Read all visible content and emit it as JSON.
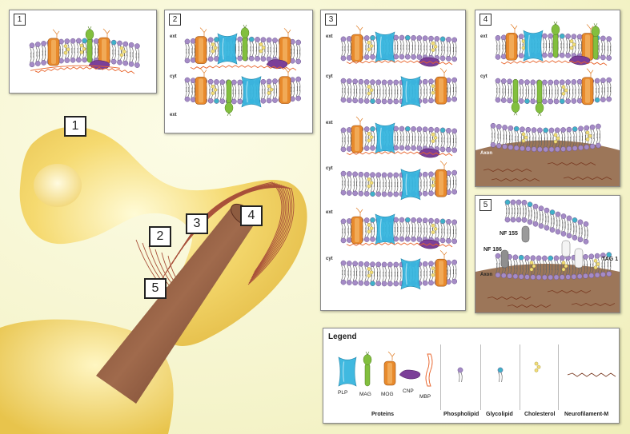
{
  "panels": [
    {
      "number": "1"
    },
    {
      "number": "2",
      "sides": [
        "ext",
        "cyt",
        "ext"
      ]
    },
    {
      "number": "3",
      "sides": [
        "ext",
        "cyt",
        "ext",
        "cyt",
        "ext",
        "cyt"
      ]
    },
    {
      "number": "4",
      "sides": [
        "ext",
        "cyt"
      ],
      "axon_label": "Axon"
    },
    {
      "number": "5",
      "axon_label": "Axon",
      "protein_labels": [
        "NF 155",
        "NF 186",
        "TAG 1"
      ]
    }
  ],
  "big_labels": [
    "1",
    "2",
    "3",
    "4",
    "5"
  ],
  "legend": {
    "title": "Legend",
    "proteins": [
      "PLP",
      "MAG",
      "MOG",
      "CNP",
      "MBP"
    ],
    "groups": [
      "Proteins",
      "Phospholipid",
      "Glycolipid",
      "Cholesterol",
      "Neurofilament-M"
    ]
  },
  "colors": {
    "PLP": "#36b6df",
    "MAG": "#82bf3e",
    "MOG": "#e88a2c",
    "CNP": "#7b3f98",
    "MBP": "#e8632a",
    "phospholipid_head": "#a58bc6",
    "glycolipid_head": "#3fb2c8",
    "cholesterol": "#f3de79",
    "neurofilament": "#7a3b22",
    "axon": "#9c7659",
    "myelin": "#f4d561",
    "background": "#f6f5cf"
  }
}
